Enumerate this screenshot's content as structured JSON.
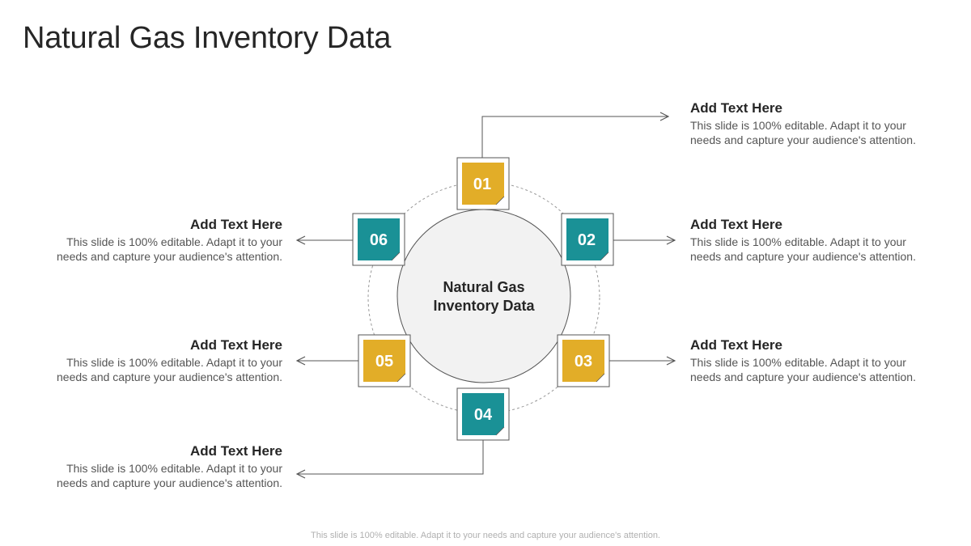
{
  "title": "Natural Gas Inventory Data",
  "center": {
    "line1": "Natural Gas",
    "line2": "Inventory Data"
  },
  "colors": {
    "gold": "#E2AD28",
    "teal": "#1A9196",
    "arrow": "#555555",
    "dashed_ring": "#9a9a9a",
    "center_fill": "#F2F2F2"
  },
  "badges": [
    {
      "num": "01",
      "color": "gold"
    },
    {
      "num": "02",
      "color": "teal"
    },
    {
      "num": "03",
      "color": "gold"
    },
    {
      "num": "04",
      "color": "teal"
    },
    {
      "num": "05",
      "color": "gold"
    },
    {
      "num": "06",
      "color": "teal"
    }
  ],
  "items": [
    {
      "heading": "Add Text Here",
      "line1": "This slide is 100% editable. Adapt it to your",
      "line2": "needs and capture your audience's attention."
    },
    {
      "heading": "Add Text Here",
      "line1": "This slide is 100% editable. Adapt it to your",
      "line2": "needs and capture your audience's attention."
    },
    {
      "heading": "Add Text Here",
      "line1": "This slide is 100% editable. Adapt it to your",
      "line2": "needs and capture your audience's attention."
    },
    {
      "heading": "Add Text Here",
      "line1": "This slide is 100% editable. Adapt it to your",
      "line2": "needs and capture your audience's attention."
    },
    {
      "heading": "Add Text Here",
      "line1": "This slide is 100% editable. Adapt it to your",
      "line2": "needs and capture your audience's attention."
    },
    {
      "heading": "Add Text Here",
      "line1": "This slide is 100% editable. Adapt it to your",
      "line2": "needs and capture your audience's attention."
    }
  ],
  "footer": "This slide is 100% editable. Adapt it to your needs and capture your audience's attention."
}
